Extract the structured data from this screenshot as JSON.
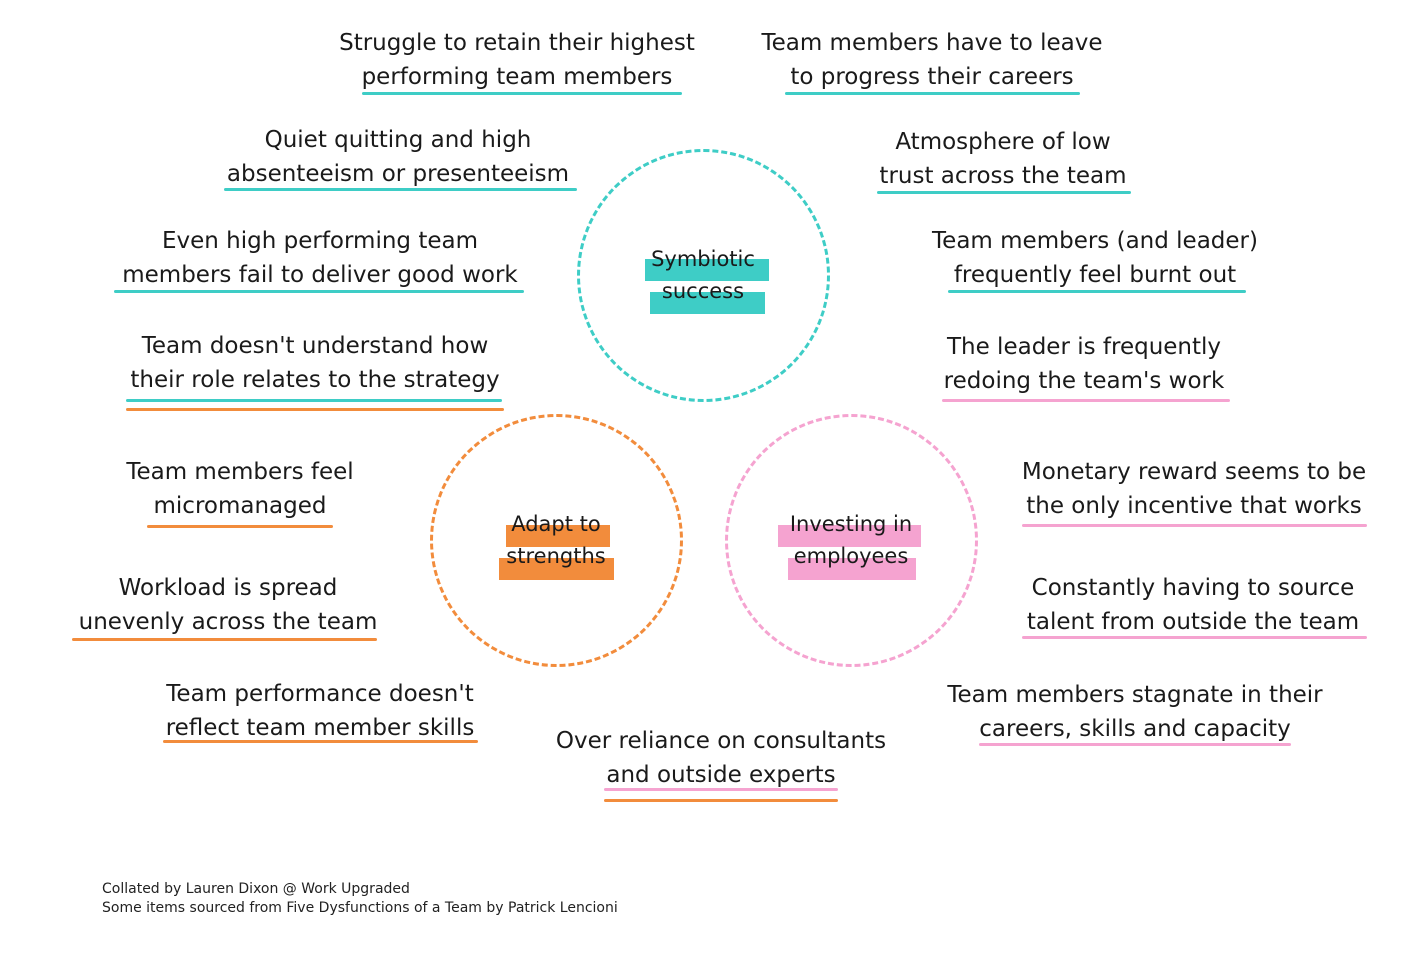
{
  "circles": {
    "symbiotic": {
      "lines": [
        "Symbiotic",
        "success"
      ],
      "color": "#3ecdc6"
    },
    "adapt": {
      "lines": [
        "Adapt to",
        "strengths"
      ],
      "color": "#f28c3c"
    },
    "investing": {
      "lines": [
        "Investing in",
        "employees"
      ],
      "color": "#f5a3d0"
    }
  },
  "items": [
    {
      "lines": [
        "Struggle to retain their highest",
        "performing team members"
      ],
      "underline": [
        "teal"
      ]
    },
    {
      "lines": [
        "Team members have to leave",
        "to progress their careers"
      ],
      "underline": [
        "teal"
      ]
    },
    {
      "lines": [
        "Quiet quitting and high",
        "absenteeism or presenteeism"
      ],
      "underline": [
        "teal"
      ]
    },
    {
      "lines": [
        "Atmosphere of low",
        "trust across the team"
      ],
      "underline": [
        "teal"
      ]
    },
    {
      "lines": [
        "Even high performing team",
        "members fail to deliver good work"
      ],
      "underline": [
        "teal"
      ]
    },
    {
      "lines": [
        "Team members (and leader)",
        "frequently feel burnt out"
      ],
      "underline": [
        "teal"
      ]
    },
    {
      "lines": [
        "Team doesn't understand how",
        "their role relates to the strategy"
      ],
      "underline": [
        "teal",
        "orange"
      ]
    },
    {
      "lines": [
        "The leader is frequently",
        "redoing the team's work"
      ],
      "underline": [
        "pink"
      ]
    },
    {
      "lines": [
        "Team members feel",
        "micromanaged"
      ],
      "underline": [
        "orange"
      ]
    },
    {
      "lines": [
        "Monetary reward seems to be",
        "the only incentive that works"
      ],
      "underline": [
        "pink"
      ]
    },
    {
      "lines": [
        "Workload is spread",
        "unevenly across the team"
      ],
      "underline": [
        "orange"
      ]
    },
    {
      "lines": [
        "Constantly having to source",
        "talent from outside the team"
      ],
      "underline": [
        "pink"
      ]
    },
    {
      "lines": [
        "Team performance doesn't",
        "reflect team member skills"
      ],
      "underline": [
        "orange"
      ]
    },
    {
      "lines": [
        "Team members stagnate in their",
        "careers, skills and capacity"
      ],
      "underline": [
        "pink"
      ]
    },
    {
      "lines": [
        "Over reliance on consultants",
        "and outside experts"
      ],
      "underline": [
        "pink",
        "orange"
      ]
    }
  ],
  "credits": {
    "line1": "Collated by Lauren Dixon @ Work Upgraded",
    "line2": "Some items sourced from Five Dysfunctions of a Team by Patrick Lencioni"
  }
}
